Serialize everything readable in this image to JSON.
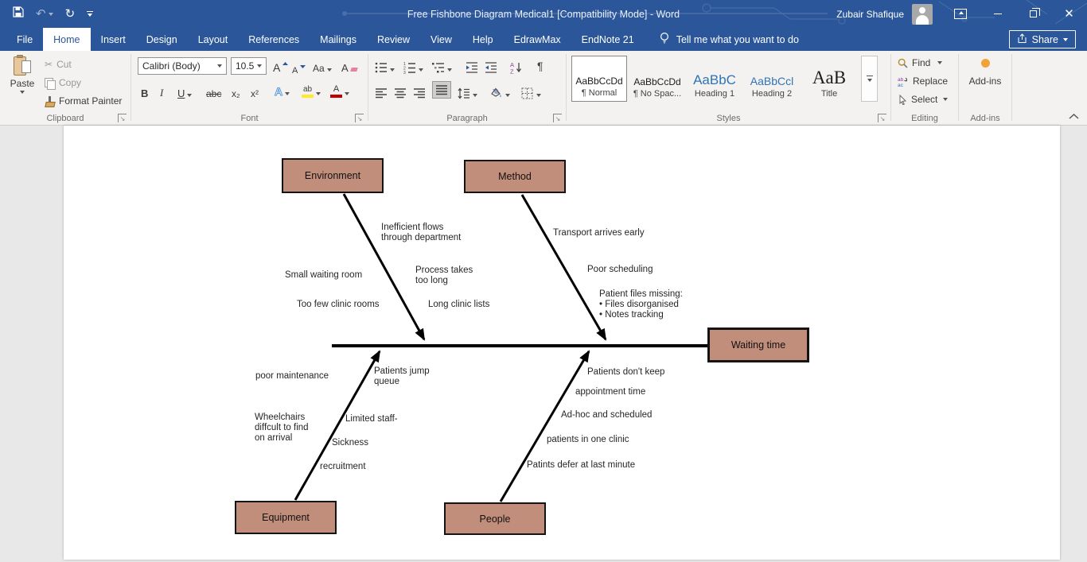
{
  "titlebar": {
    "title": "Free Fishbone Diagram Medical1 [Compatibility Mode]  -  Word",
    "user": "Zubair Shafique"
  },
  "tabs": [
    "File",
    "Home",
    "Insert",
    "Design",
    "Layout",
    "References",
    "Mailings",
    "Review",
    "View",
    "Help",
    "EdrawMax",
    "EndNote 21"
  ],
  "search": {
    "tell_me": "Tell me what you want to do"
  },
  "share": {
    "label": "Share"
  },
  "ribbon": {
    "clipboard": {
      "group": "Clipboard",
      "paste": "Paste",
      "cut": "Cut",
      "copy": "Copy",
      "format_painter": "Format Painter"
    },
    "font": {
      "group": "Font",
      "family": "Calibri (Body)",
      "size": "10.5",
      "bold": "B",
      "italic": "I",
      "underline": "U",
      "strikethrough": "abc",
      "subscript": "x₂",
      "superscript": "x²",
      "change_case": "Aa",
      "effects_letter": "A",
      "highlight_letters": "ab",
      "color_letter": "A"
    },
    "paragraph": {
      "group": "Paragraph",
      "pilcrow": "¶"
    },
    "styles": {
      "group": "Styles",
      "items": [
        {
          "preview": "AaBbCcDd",
          "name": "¶ Normal"
        },
        {
          "preview": "AaBbCcDd",
          "name": "¶ No Spac..."
        },
        {
          "preview": "AaBbC",
          "name": "Heading 1"
        },
        {
          "preview": "AaBbCcl",
          "name": "Heading 2"
        },
        {
          "preview": "AaB",
          "name": "Title"
        }
      ]
    },
    "editing": {
      "group": "Editing",
      "find": "Find",
      "replace": "Replace",
      "select": "Select"
    },
    "addins": {
      "group": "Add-ins",
      "button": "Add-ins"
    }
  },
  "diagram": {
    "boxes": [
      {
        "label": "Environment"
      },
      {
        "label": "Method"
      },
      {
        "label": "Waiting time"
      },
      {
        "label": "Equipment"
      },
      {
        "label": "People"
      }
    ],
    "labels": [
      {
        "text": "Inefficient flows\nthrough department"
      },
      {
        "text": "Transport arrives early"
      },
      {
        "text": "Small waiting room"
      },
      {
        "text": "Process takes\ntoo long"
      },
      {
        "text": "Poor scheduling"
      },
      {
        "text": "Too few clinic rooms"
      },
      {
        "text": "Long clinic lists"
      },
      {
        "text": "Patient files missing:"
      },
      {
        "text": "•    Files disorganised"
      },
      {
        "text": "•    Notes tracking"
      },
      {
        "text": "poor maintenance"
      },
      {
        "text": "Patients jump\nqueue"
      },
      {
        "text": "Patients don't keep"
      },
      {
        "text": "appointment time"
      },
      {
        "text": "Wheelchairs\ndiffcult to find\non arrival"
      },
      {
        "text": "Limited staff-"
      },
      {
        "text": "Ad-hoc and scheduled"
      },
      {
        "text": "Sickness"
      },
      {
        "text": "patients in one clinic"
      },
      {
        "text": "recruitment"
      },
      {
        "text": "Patints defer at last minute"
      }
    ]
  },
  "colors": {
    "title_blue": "#2b579a",
    "heading_blue": "#2e74b5",
    "box_fill": "#c28e7c",
    "addin_dot": "#f0a437",
    "highlight": "#ffe92a",
    "font_red": "#c00000"
  }
}
